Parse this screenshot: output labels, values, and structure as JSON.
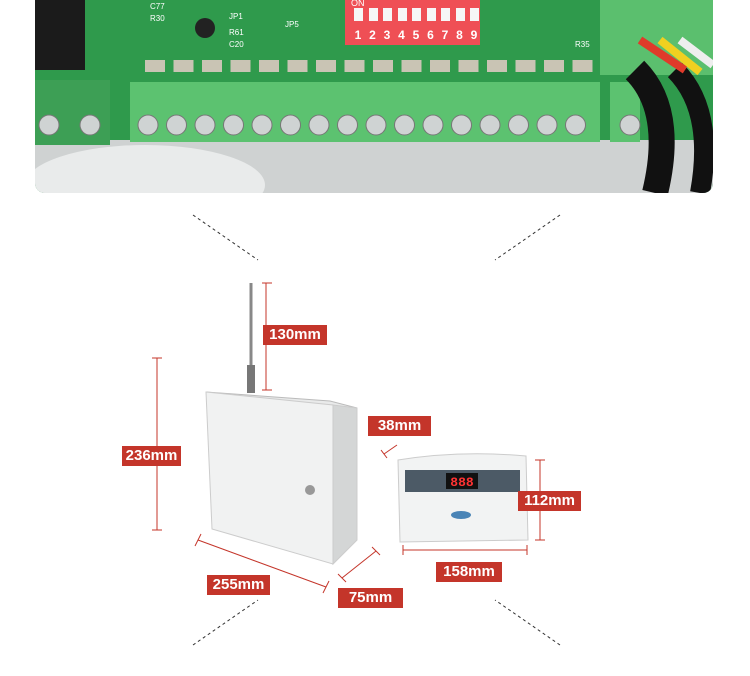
{
  "pcb_photo": {
    "dip_switch": {
      "on_label": "ON",
      "numbers": [
        "1",
        "2",
        "3",
        "4",
        "5",
        "6",
        "7",
        "8",
        "9"
      ]
    },
    "silkscreen": [
      "C77",
      "R30",
      "JP1",
      "R61",
      "C20",
      "JP5",
      "R35"
    ],
    "colors": {
      "board": "#2c9a4a",
      "terminal": "#5cc270",
      "dip": "#ef4f55"
    }
  },
  "control_panel": {
    "display": "888"
  },
  "dimensions": {
    "antenna_height": "130mm",
    "box_height": "236mm",
    "box_width": "255mm",
    "box_depth": "75mm",
    "panel_depth": "38mm",
    "panel_height": "112mm",
    "panel_width": "158mm"
  },
  "colors": {
    "label_bg": "#c4352a",
    "dim_line": "#c4352a"
  }
}
